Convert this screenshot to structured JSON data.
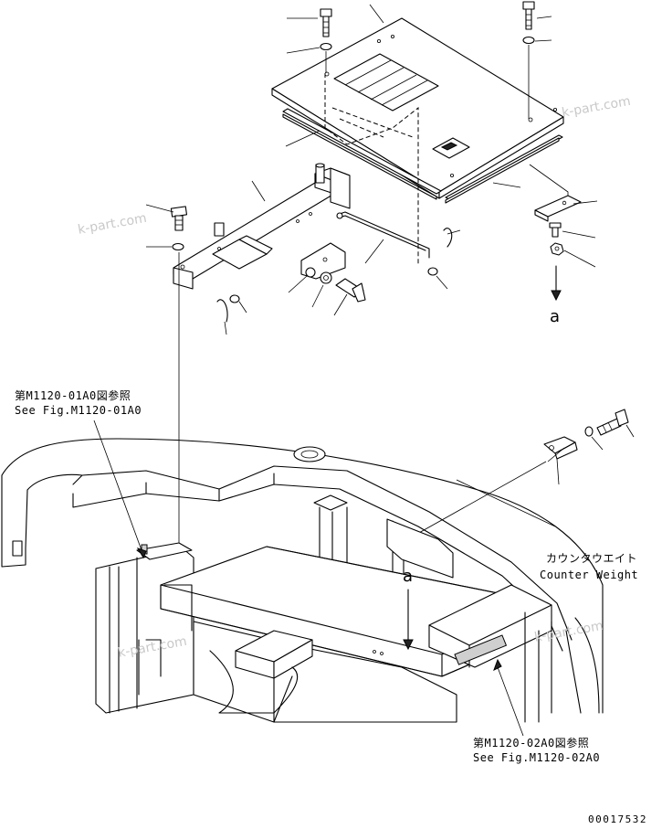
{
  "references": {
    "ref1_jp": "第M1120-01A0図参照",
    "ref1_en": "See Fig.M1120-01A0",
    "ref2_jp": "第M1120-02A0図参照",
    "ref2_en": "See Fig.M1120-02A0"
  },
  "counterweight": {
    "label_jp": "カウンタウエイト",
    "label_en": "Counter Weight"
  },
  "detail_marker": "a",
  "drawing_number": "00017532",
  "watermarks": [
    "k-part.com",
    "k-part.com",
    "k-part.com",
    "k-part.com"
  ],
  "colors": {
    "line": "#000000",
    "watermark": "#c9c9c9",
    "background": "#ffffff"
  }
}
